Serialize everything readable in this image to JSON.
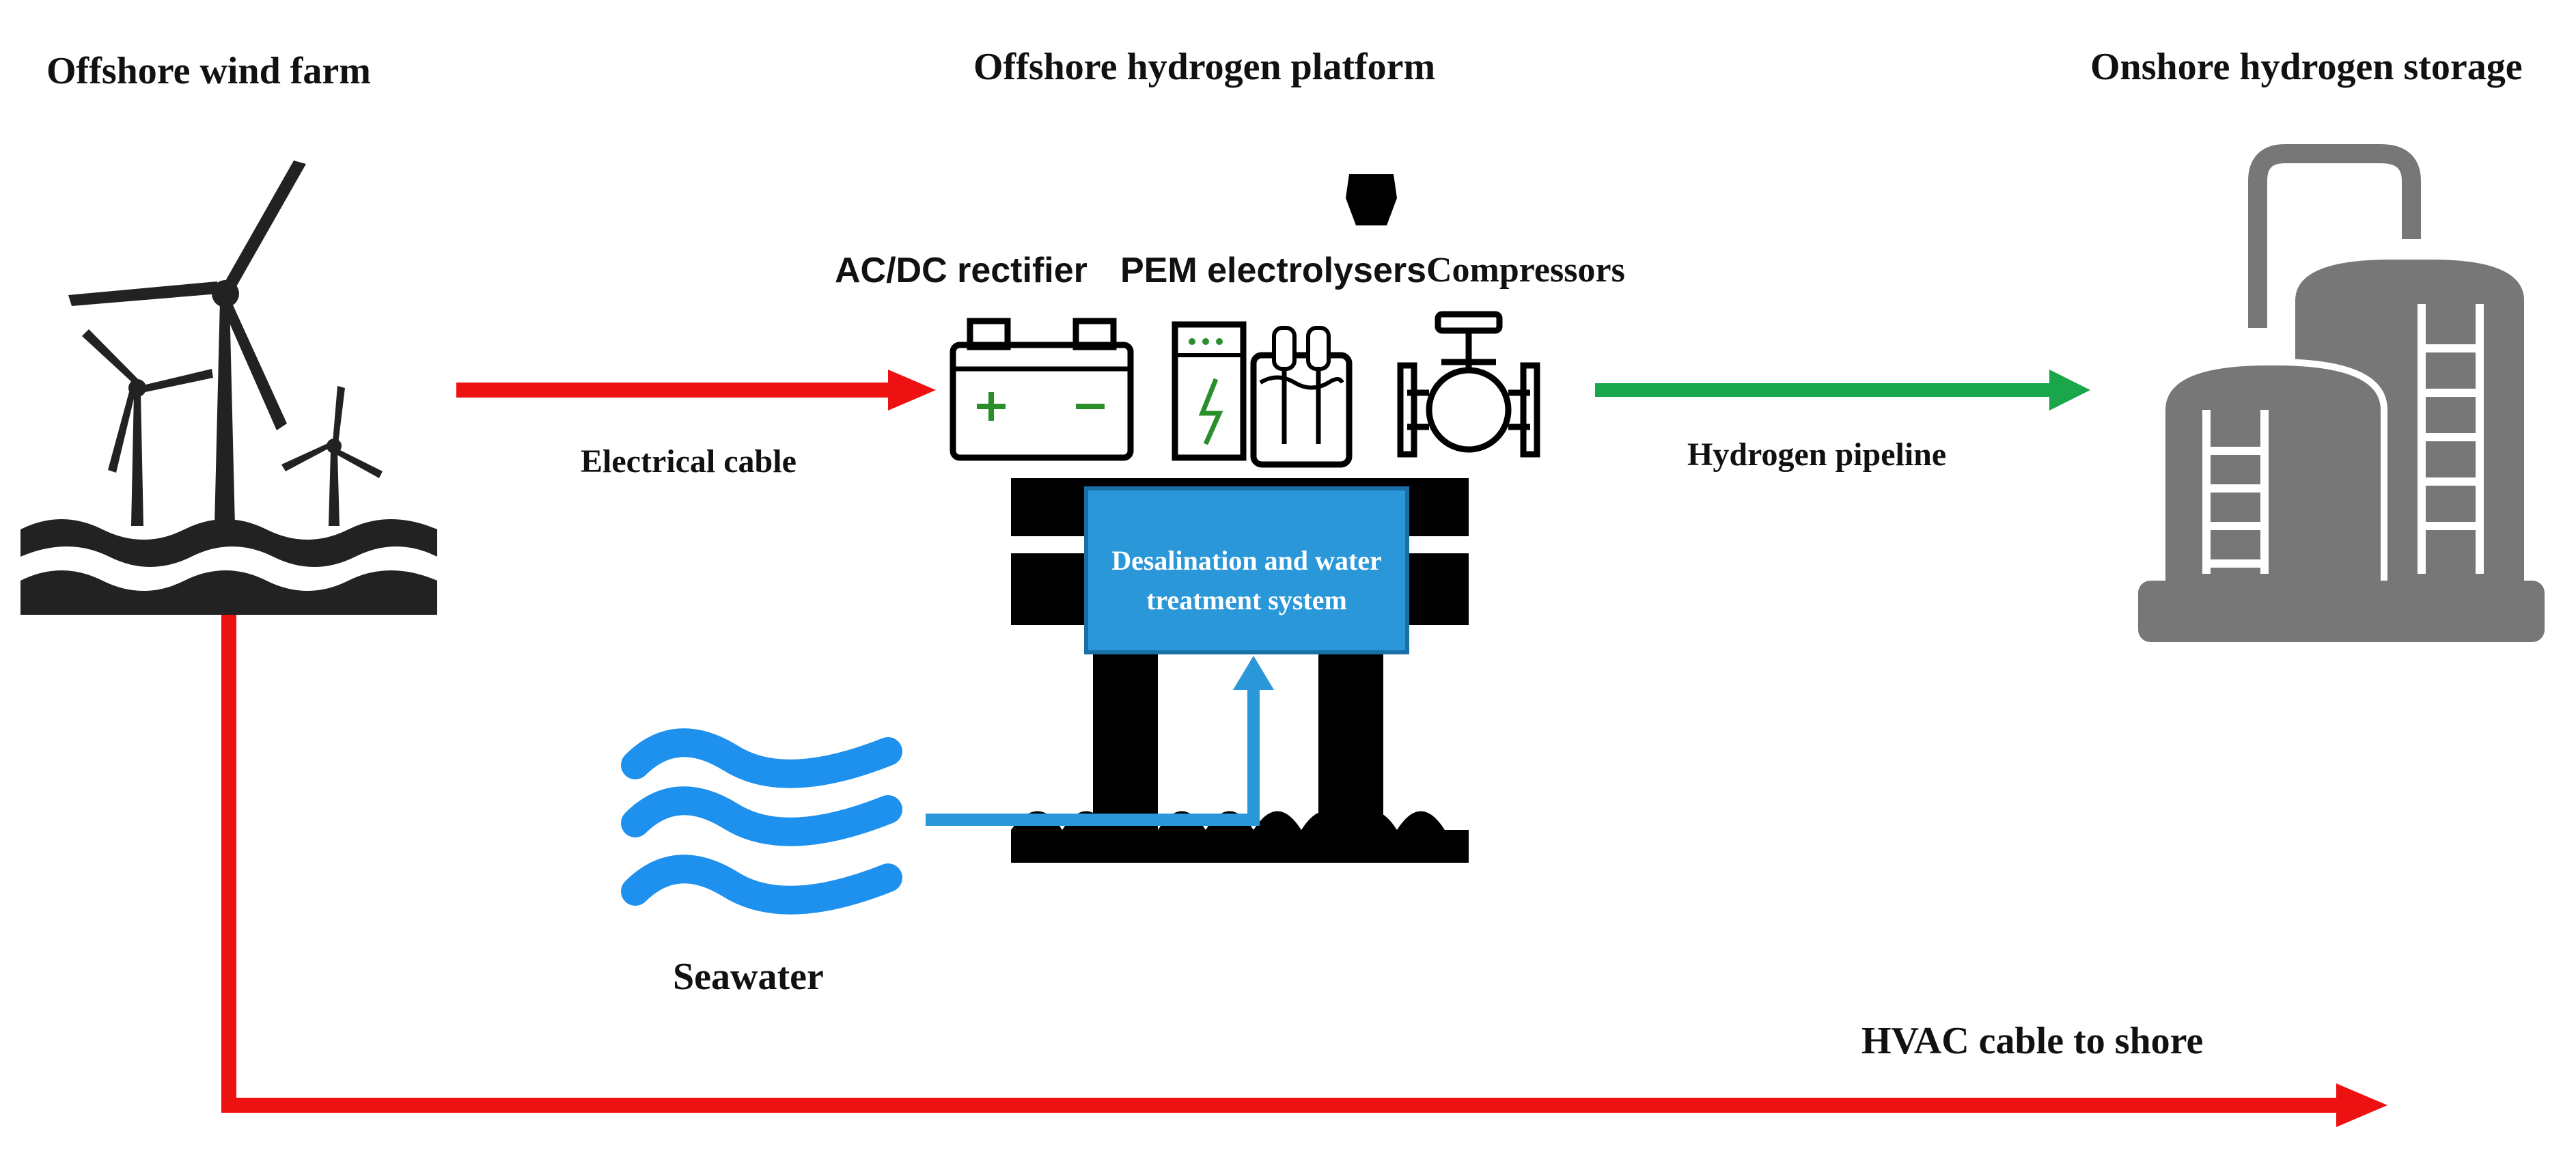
{
  "sections": {
    "wind_farm_title": "Offshore wind farm",
    "platform_title": "Offshore hydrogen platform",
    "storage_title": "Onshore hydrogen storage"
  },
  "components": {
    "rectifier": "AC/DC rectifier",
    "electrolysers": "PEM electrolysers",
    "compressors": "Compressors",
    "desalination": "Desalination and water treatment system"
  },
  "flows": {
    "electrical_cable": "Electrical cable",
    "hydrogen_pipeline": "Hydrogen pipeline",
    "seawater": "Seawater",
    "hvac_cable": "HVAC cable to shore"
  },
  "colors": {
    "electric": "#ee1111",
    "hydrogen": "#1aa64a",
    "water": "#2a97d8",
    "waves": "#1e90ee",
    "storage": "#777777",
    "platform": "#000000"
  },
  "icons": [
    "wind-turbine-icon",
    "battery-icon",
    "electrolyser-icon",
    "compressor-valve-icon",
    "storage-tank-icon",
    "water-waves-icon"
  ]
}
